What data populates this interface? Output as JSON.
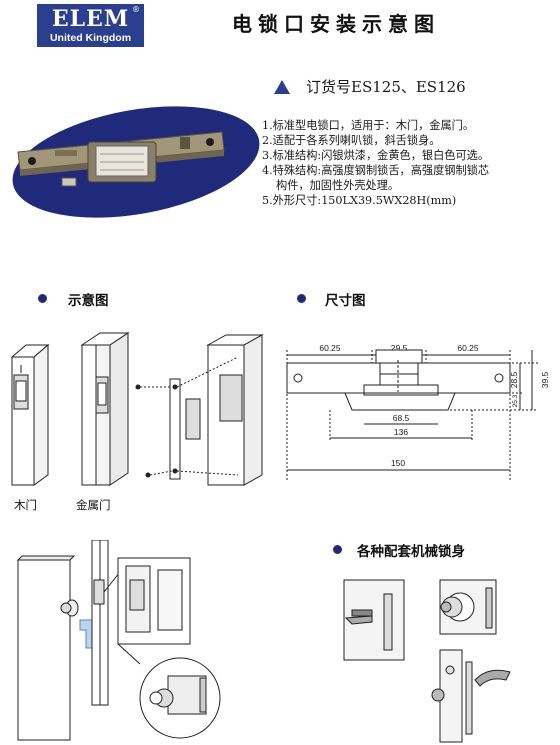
{
  "logo": {
    "brand": "ELEM",
    "reg": "®",
    "sub": "United Kingdom"
  },
  "page_title": "电锁口安装示意图",
  "order_number": "订货号ES125、ES126",
  "specs": [
    "1.标准型电锁口，适用于：木门，金属门。",
    "2.适配于各系列喇叭锁，斜舌锁身。",
    "3.标准结构:闪银烘漆，金黄色，银白色可选。",
    "4.特殊结构:高强度钢制锁舌，高强度钢制锁芯",
    "  构件，加固性外壳处理。",
    "5.外形尺寸:150LX39.5WX28H(mm)"
  ],
  "sections": {
    "schematic": "示意图",
    "dimensions": "尺寸图",
    "lock_bodies": "各种配套机械锁身"
  },
  "captions": {
    "wood_door": "木门",
    "metal_door": "金属门"
  },
  "dimensions": {
    "top_left": "60.25",
    "top_mid": "29.5",
    "top_right": "60.25",
    "right_outer": "39.5",
    "right_inner": "28.5",
    "right_small": "25.3",
    "inner_width": "68.5",
    "mid_width": "136",
    "overall_width": "150"
  },
  "colors": {
    "brand_blue": "#2a3f8f",
    "ellipse_blue": "#1f2a7a",
    "plate": "#9b8e75"
  }
}
